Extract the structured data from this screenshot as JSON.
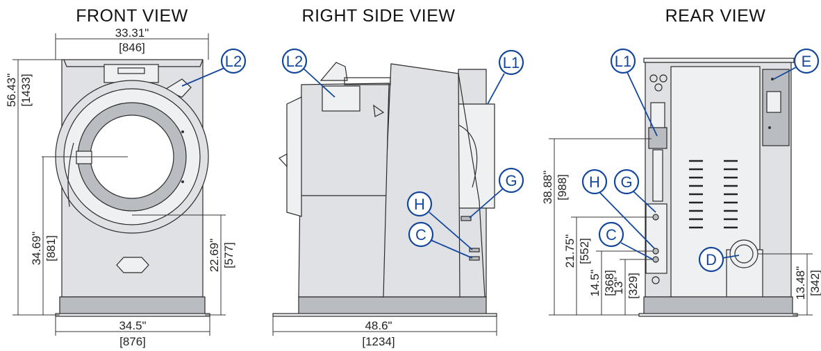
{
  "views": {
    "front": {
      "title": "FRONT VIEW",
      "width_in": "33.31\"",
      "width_mm": "[846]",
      "height_in": "56.43\"",
      "height_mm": "[1433]",
      "door_center_in": "34.69\"",
      "door_center_mm": "[881]",
      "door_bottom_in": "22.69\"",
      "door_bottom_mm": "[577]",
      "base_in": "34.5\"",
      "base_mm": "[876]"
    },
    "side": {
      "title": "RIGHT SIDE VIEW",
      "depth_in": "48.6\"",
      "depth_mm": "[1234]"
    },
    "rear": {
      "title": "REAR VIEW",
      "d1_in": "38.88\"",
      "d1_mm": "[988]",
      "d2_in": "21.75\"",
      "d2_mm": "[552]",
      "d3_in": "14.5\"",
      "d3_mm": "[368]",
      "d4_in": "13\"",
      "d4_mm": "[329]",
      "d5_in": "13.48\"",
      "d5_mm": "[342]"
    }
  },
  "callouts": {
    "l2": "L2",
    "l1": "L1",
    "g": "G",
    "h": "H",
    "c": "C",
    "d": "D",
    "e": "E"
  },
  "colors": {
    "callout": "#14479c",
    "machine_body": "#dfe1e4",
    "machine_dark": "#b9bcc1"
  }
}
